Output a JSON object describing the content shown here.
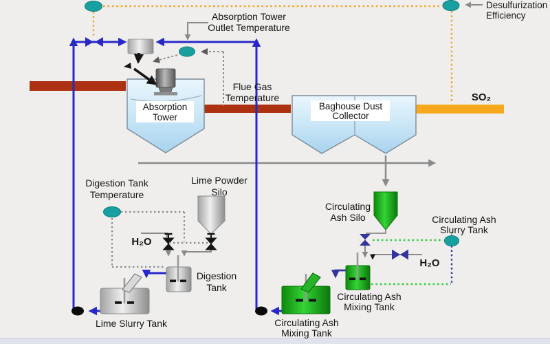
{
  "colors": {
    "sensor_teal": "#18a0a0",
    "sensor_teal_stroke": "#0d7f7f",
    "pipe_blue": "#2828c8",
    "pipe_navy": "#34349e",
    "duct_red": "#ac3212",
    "duct_orange": "#f7a81d",
    "signal_orange_dotted": "#f2a226",
    "signal_green_dotted": "#2ecc40",
    "signal_gray_dotted": "#8a8a8a",
    "vessel_light_blue": "#cde8f8",
    "vessel_green": "#1fb41f",
    "vessel_gray": "#c6c6c6",
    "text_orange": "#ef8b1f",
    "so2_orange": "#f6a61c",
    "water_gray": "#9a9a9a",
    "pump_black": "#0a0a0a"
  },
  "equipment": {
    "absorption_tower": {
      "line1": "Absorption",
      "line2": "Tower"
    },
    "baghouse_dust_collector": {
      "line1": "Baghouse Dust",
      "line2": "Collector"
    },
    "lime_powder_silo": {
      "line1": "Lime Powder",
      "line2": "Silo"
    },
    "digestion_tank": {
      "line1": "Digestion",
      "line2": "Tank"
    },
    "lime_slurry_tank": {
      "line1": "Lime Slurry Tank"
    },
    "circulating_ash_silo": {
      "line1": "Circulating",
      "line2": "Ash Silo"
    },
    "circulating_ash_mixing_tank_small": {
      "line1": "Circulating Ash",
      "line2": "Mixing Tank"
    },
    "circulating_ash_mixing_tank_large": {
      "line1": "Circulating Ash",
      "line2": "Mixing Tank"
    },
    "circulating_ash_slurry_tank": {
      "line1": "Circulating Ash",
      "line2": "Slurry Tank"
    }
  },
  "measurements": {
    "absorption_tower_outlet_temperature": {
      "line1": "Absorption Tower",
      "line2": "Outlet Temperature"
    },
    "flue_gas_temperature": {
      "line1": "Flue Gas",
      "line2": "Temperature"
    },
    "digestion_tank_temperature": {
      "line1": "Digestion Tank",
      "line2": "Temperature"
    },
    "desulfurization_efficiency": {
      "line1": "Desulfurization",
      "line2": "Efficiency"
    }
  },
  "streams": {
    "so2": "SO₂",
    "water_to_digestion_tank": "H₂O",
    "water_to_mixing_tank": "H₂O"
  }
}
